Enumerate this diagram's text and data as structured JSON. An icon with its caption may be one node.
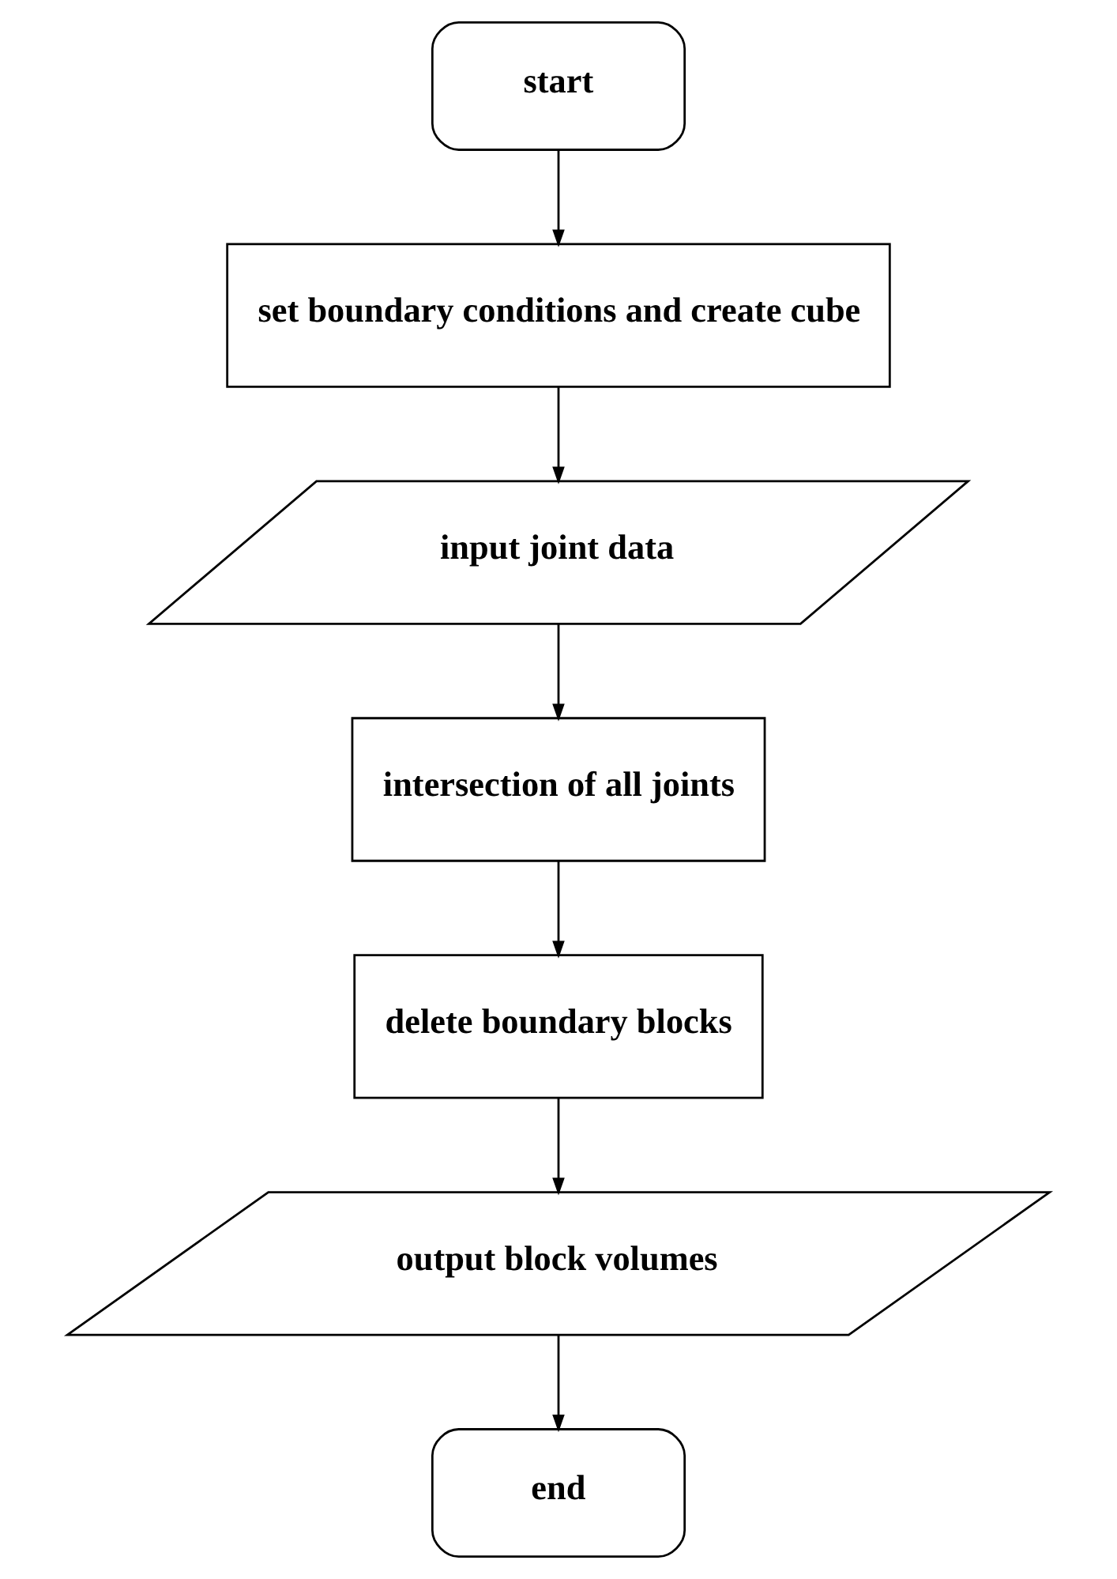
{
  "diagram": {
    "nodes": [
      {
        "text": [
          "start"
        ]
      },
      {
        "text": [
          "set boundary conditions and create cube"
        ]
      },
      {
        "text": [
          "input joint data"
        ]
      },
      {
        "text": [
          "intersection of all joints"
        ]
      },
      {
        "text": [
          "delete boundary blocks"
        ]
      },
      {
        "text": [
          "output block volumes"
        ]
      },
      {
        "text": [
          "end"
        ]
      }
    ],
    "edges": [
      {
        "from": 0,
        "to": 1,
        "arrow": "to"
      },
      {
        "from": 1,
        "to": 2,
        "arrow": "to"
      },
      {
        "from": 2,
        "to": 3,
        "arrow": "to"
      },
      {
        "from": 3,
        "to": 4,
        "arrow": "to"
      },
      {
        "from": 4,
        "to": 5,
        "arrow": "to"
      },
      {
        "from": 5,
        "to": 6,
        "arrow": "to"
      }
    ]
  }
}
